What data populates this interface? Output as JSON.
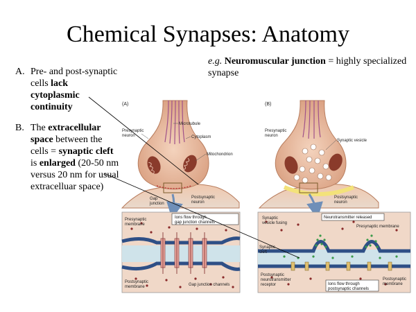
{
  "slide": {
    "title": "Chemical Synapses: Anatomy",
    "example": {
      "eg": "e.g.",
      "term": "Neuromuscular junction",
      "rest": " = highly specialized synapse"
    },
    "points": [
      {
        "marker": "A.",
        "parts": [
          {
            "t": "Pre- and post-synaptic cells ",
            "b": false
          },
          {
            "t": "lack cytoplasmic continuity",
            "b": true
          }
        ]
      },
      {
        "marker": "B.",
        "parts": [
          {
            "t": "The ",
            "b": false
          },
          {
            "t": "extracellular space",
            "b": true
          },
          {
            "t": " between the cells = ",
            "b": false
          },
          {
            "t": "synaptic cleft",
            "b": true
          },
          {
            "t": " is ",
            "b": false
          },
          {
            "t": "enlarged",
            "b": true
          },
          {
            "t": " (20-50 nm versus 20 nm for usual extracelluar space)",
            "b": false
          }
        ]
      }
    ]
  },
  "diagram": {
    "panel_a": {
      "letter": "(A)",
      "labels": {
        "presynaptic_neuron": [
          "Presynaptic",
          "neuron"
        ],
        "microtubule": "Microtubule",
        "cytoplasm": "Cytoplasm",
        "mitochondrion": "Mitochondrion",
        "gap_junction": [
          "Gap",
          "junction"
        ],
        "postsynaptic_neuron": [
          "Postsynaptic",
          "neuron"
        ],
        "presynaptic_membrane": [
          "Presynaptic",
          "membrane"
        ],
        "ions_flow": [
          "Ions flow through",
          "gap junction channels"
        ],
        "postsynaptic_membrane": [
          "Postsynaptic",
          "membrane"
        ],
        "gap_junction_channels": "Gap junction channels"
      }
    },
    "panel_b": {
      "letter": "(B)",
      "labels": {
        "presynaptic_neuron": [
          "Presynaptic",
          "neuron"
        ],
        "synaptic_vesicle": "Synaptic vesicle",
        "postsynaptic_neuron": [
          "Postsynaptic",
          "neuron"
        ],
        "synaptic_vesicle_fusing": [
          "Synaptic",
          "vesicle fusing"
        ],
        "neurotransmitter_released": "Neurotransmitter released",
        "presynaptic_membrane": "Presynaptic membrane",
        "synaptic_cleft": [
          "Synaptic",
          "cleft"
        ],
        "postsynaptic_receptor": [
          "Postsynaptic",
          "neurotransmitter",
          "receptor"
        ],
        "ions_flow": [
          "Ions flow through",
          "postsynaptic channels"
        ],
        "postsynaptic_membrane": [
          "Postsynaptic",
          "membrane"
        ]
      }
    },
    "colors": {
      "neuron": "#e8b89a",
      "neuron_dark": "#c98a68",
      "microtubule": "#a0528a",
      "mitochondrion": "#8a3b2b",
      "membrane": "#2e4f86",
      "cytoplasm_bg": "#f0d8c8",
      "extracellular": "#cfe3ea",
      "transmitter": "#3a9a4a",
      "ion": "#8a2a2a",
      "cleft_glow": "#f3e27a",
      "arrow": "#6f8fb8"
    }
  }
}
